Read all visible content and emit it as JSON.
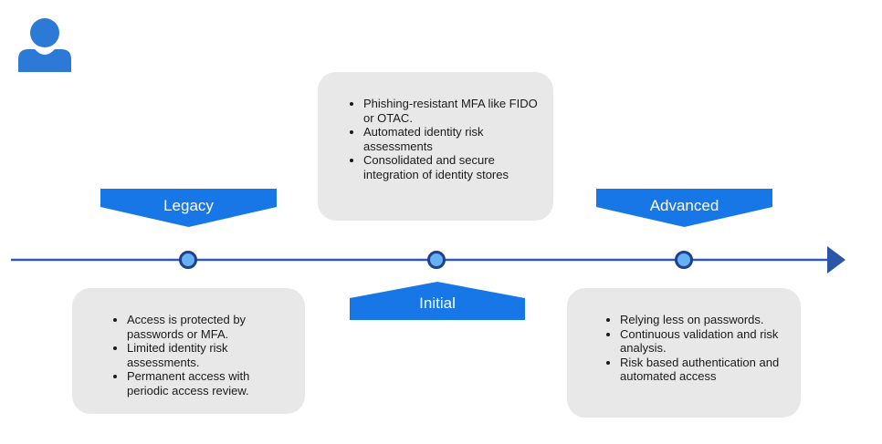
{
  "icon": "user-icon",
  "colors": {
    "accent": "#1877e6",
    "line": "#2e5bb0",
    "node_fill": "#66b0f4",
    "node_stroke": "#1f3f8f",
    "card_bg": "#e8e8e8",
    "icon": "#2c7ad6"
  },
  "stages": [
    {
      "name": "Legacy",
      "details": [
        "Access is protected by passwords or MFA.",
        "Limited identity risk assessments.",
        "Permanent access with periodic access review."
      ]
    },
    {
      "name": "Initial",
      "details": [
        "Phishing-resistant MFA like FIDO or OTAC.",
        "Automated identity risk assessments",
        "Consolidated and secure integration of identity stores"
      ]
    },
    {
      "name": "Advanced",
      "details": [
        "Relying less on passwords.",
        "Continuous validation and risk analysis.",
        "Risk based authentication and automated access"
      ]
    }
  ]
}
